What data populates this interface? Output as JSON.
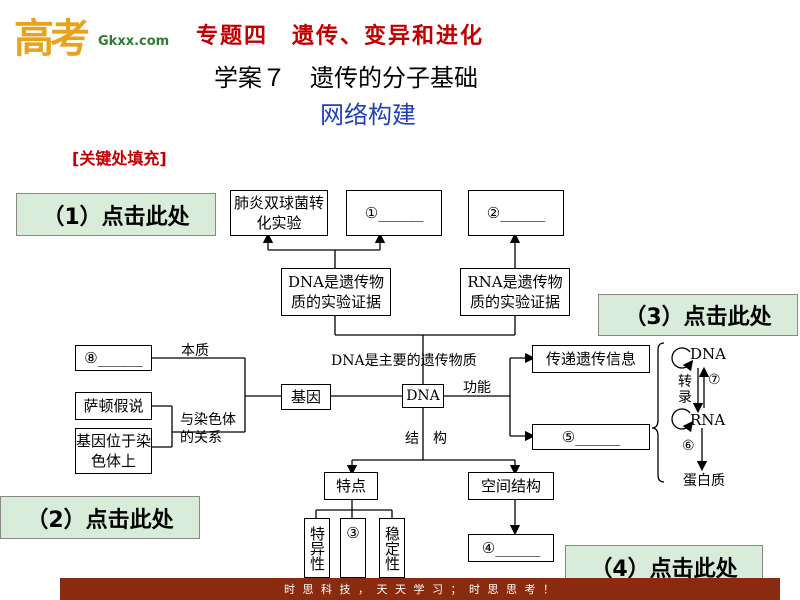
{
  "logo": {
    "cn": "高考",
    "en": "Gkxx.com"
  },
  "header": {
    "topic": "专题四　遗传、变异和进化",
    "title": "学案７　遗传的分子基础",
    "subtitle": "网络构建",
    "fill_label": "[关键处填充]"
  },
  "click_buttons": [
    "（1）点击此处",
    "（2）点击此处",
    "（3）点击此处",
    "（4）点击此处"
  ],
  "diagram": {
    "top_boxes": [
      "肺炎双球菌转化实验",
      "①______",
      "②______"
    ],
    "evidence_boxes": [
      "DNA是遗传物质的实验证据",
      "RNA是遗传物质的实验证据"
    ],
    "center": "DNA",
    "center_caption": "DNA是主要的遗传物质",
    "gene": "基因",
    "left_boxes": [
      "⑧______",
      "萨顿假说",
      "基因位于染色体上"
    ],
    "left_labels": [
      "本质",
      "与染色体的关系"
    ],
    "function_label": "功能",
    "structure_label": "结　构",
    "function_boxes": [
      "传递遗传信息",
      "⑤______"
    ],
    "feature_box": "特点",
    "spatial_box": "空间结构",
    "feature_items": [
      "特异性",
      "③",
      "稳定性"
    ],
    "spatial_blank": "④______",
    "flow": {
      "dna": "DNA",
      "transcribe": "转录",
      "num7": "⑦",
      "rna": "RNA",
      "num6": "⑥",
      "protein": "蛋白质"
    }
  },
  "footer": "时 思 科 技 ， 天 天 学 习 ； 时 思 思 考 ！"
}
